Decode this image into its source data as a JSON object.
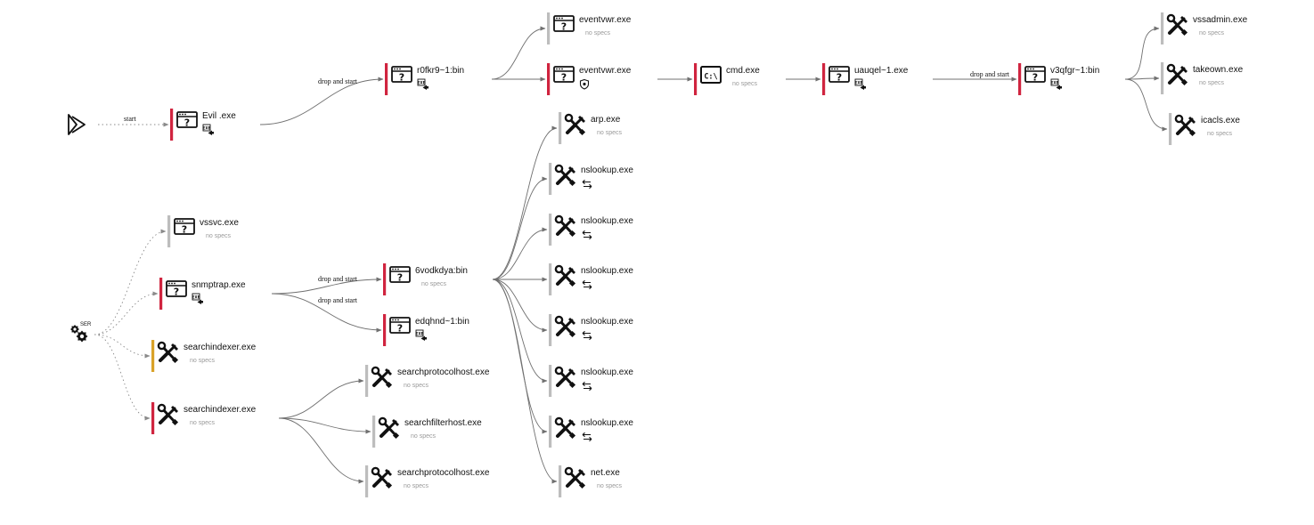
{
  "colors": {
    "status_red": "#d0243f",
    "status_gray": "#bdbdbd",
    "status_gold": "#d9a228",
    "edge": "#707070"
  },
  "edge_labels": {
    "start": "start",
    "drop_and_start": "drop and start"
  },
  "roots": [
    {
      "id": "start_root",
      "icon": "play-icon"
    },
    {
      "id": "service_root",
      "icon": "service-gears-icon",
      "badge": "SER"
    }
  ],
  "nodes": [
    {
      "id": "evil",
      "label": "Evil .exe",
      "sub": "",
      "icon": "app-window-icon",
      "status": "red",
      "badge": "exe-drop-icon"
    },
    {
      "id": "r0fkr9",
      "label": "r0fkr9~1:bin",
      "sub": "",
      "icon": "app-window-icon",
      "status": "red",
      "badge": "exe-drop-icon"
    },
    {
      "id": "eventvwr1",
      "label": "eventvwr.exe",
      "sub": "no specs",
      "icon": "app-window-icon",
      "status": "gray",
      "badge": ""
    },
    {
      "id": "eventvwr2",
      "label": "eventvwr.exe",
      "sub": "",
      "icon": "app-window-icon",
      "status": "red",
      "badge": "shield-icon"
    },
    {
      "id": "cmd",
      "label": "cmd.exe",
      "sub": "no specs",
      "icon": "console-icon",
      "status": "red",
      "badge": ""
    },
    {
      "id": "uauqel",
      "label": "uauqel~1.exe",
      "sub": "",
      "icon": "app-window-icon",
      "status": "red",
      "badge": "exe-drop-icon"
    },
    {
      "id": "v3qfgr",
      "label": "v3qfgr~1:bin",
      "sub": "",
      "icon": "app-window-icon",
      "status": "red",
      "badge": "exe-drop-icon"
    },
    {
      "id": "vssadmin",
      "label": "vssadmin.exe",
      "sub": "no specs",
      "icon": "tools-icon",
      "status": "gray",
      "badge": ""
    },
    {
      "id": "takeown",
      "label": "takeown.exe",
      "sub": "no specs",
      "icon": "tools-icon",
      "status": "gray",
      "badge": ""
    },
    {
      "id": "icacls",
      "label": "icacls.exe",
      "sub": "no specs",
      "icon": "tools-icon",
      "status": "gray",
      "badge": ""
    },
    {
      "id": "vssvc",
      "label": "vssvc.exe",
      "sub": "no specs",
      "icon": "app-window-icon",
      "status": "gray",
      "badge": ""
    },
    {
      "id": "snmptrap",
      "label": "snmptrap.exe",
      "sub": "",
      "icon": "app-window-icon",
      "status": "red",
      "badge": "exe-drop-icon"
    },
    {
      "id": "searchindexer1",
      "label": "searchindexer.exe",
      "sub": "no specs",
      "icon": "tools-icon",
      "status": "gold",
      "badge": ""
    },
    {
      "id": "searchindexer2",
      "label": "searchindexer.exe",
      "sub": "no specs",
      "icon": "tools-icon",
      "status": "red",
      "badge": ""
    },
    {
      "id": "6vodkdya",
      "label": "6vodkdya:bin",
      "sub": "no specs",
      "icon": "app-window-icon",
      "status": "red",
      "badge": ""
    },
    {
      "id": "edqhnd",
      "label": "edqhnd~1:bin",
      "sub": "",
      "icon": "app-window-icon",
      "status": "red",
      "badge": "exe-drop-icon"
    },
    {
      "id": "sph1",
      "label": "searchprotocolhost.exe",
      "sub": "no specs",
      "icon": "tools-icon",
      "status": "gray",
      "badge": ""
    },
    {
      "id": "sfh",
      "label": "searchfilterhost.exe",
      "sub": "no specs",
      "icon": "tools-icon",
      "status": "gray",
      "badge": ""
    },
    {
      "id": "sph2",
      "label": "searchprotocolhost.exe",
      "sub": "no specs",
      "icon": "tools-icon",
      "status": "gray",
      "badge": ""
    },
    {
      "id": "arp",
      "label": "arp.exe",
      "sub": "no specs",
      "icon": "tools-icon",
      "status": "gray",
      "badge": ""
    },
    {
      "id": "nslookup1",
      "label": "nslookup.exe",
      "sub": "",
      "icon": "tools-icon",
      "status": "gray",
      "badge": "network-arrows-icon"
    },
    {
      "id": "nslookup2",
      "label": "nslookup.exe",
      "sub": "",
      "icon": "tools-icon",
      "status": "gray",
      "badge": "network-arrows-icon"
    },
    {
      "id": "nslookup3",
      "label": "nslookup.exe",
      "sub": "",
      "icon": "tools-icon",
      "status": "gray",
      "badge": "network-arrows-icon"
    },
    {
      "id": "nslookup4",
      "label": "nslookup.exe",
      "sub": "",
      "icon": "tools-icon",
      "status": "gray",
      "badge": "network-arrows-icon"
    },
    {
      "id": "nslookup5",
      "label": "nslookup.exe",
      "sub": "",
      "icon": "tools-icon",
      "status": "gray",
      "badge": "network-arrows-icon"
    },
    {
      "id": "nslookup6",
      "label": "nslookup.exe",
      "sub": "",
      "icon": "tools-icon",
      "status": "gray",
      "badge": "network-arrows-icon"
    },
    {
      "id": "net",
      "label": "net.exe",
      "sub": "no specs",
      "icon": "tools-icon",
      "status": "gray",
      "badge": ""
    }
  ],
  "edges": [
    {
      "from": "start_root",
      "to": "evil",
      "label": "start",
      "style": "dotted"
    },
    {
      "from": "evil",
      "to": "r0fkr9",
      "label": "drop and start",
      "style": "solid"
    },
    {
      "from": "r0fkr9",
      "to": "eventvwr1",
      "label": "",
      "style": "solid"
    },
    {
      "from": "r0fkr9",
      "to": "eventvwr2",
      "label": "",
      "style": "solid"
    },
    {
      "from": "eventvwr2",
      "to": "cmd",
      "label": "",
      "style": "solid"
    },
    {
      "from": "cmd",
      "to": "uauqel",
      "label": "",
      "style": "solid"
    },
    {
      "from": "uauqel",
      "to": "v3qfgr",
      "label": "drop and start",
      "style": "solid"
    },
    {
      "from": "v3qfgr",
      "to": "vssadmin",
      "label": "",
      "style": "solid"
    },
    {
      "from": "v3qfgr",
      "to": "takeown",
      "label": "",
      "style": "solid"
    },
    {
      "from": "v3qfgr",
      "to": "icacls",
      "label": "",
      "style": "solid"
    },
    {
      "from": "service_root",
      "to": "vssvc",
      "label": "",
      "style": "dotted"
    },
    {
      "from": "service_root",
      "to": "snmptrap",
      "label": "",
      "style": "dotted"
    },
    {
      "from": "service_root",
      "to": "searchindexer1",
      "label": "",
      "style": "dotted"
    },
    {
      "from": "service_root",
      "to": "searchindexer2",
      "label": "",
      "style": "dotted"
    },
    {
      "from": "snmptrap",
      "to": "6vodkdya",
      "label": "drop and start",
      "style": "solid"
    },
    {
      "from": "snmptrap",
      "to": "edqhnd",
      "label": "drop and start",
      "style": "solid"
    },
    {
      "from": "searchindexer2",
      "to": "sph1",
      "label": "",
      "style": "solid"
    },
    {
      "from": "searchindexer2",
      "to": "sfh",
      "label": "",
      "style": "solid"
    },
    {
      "from": "searchindexer2",
      "to": "sph2",
      "label": "",
      "style": "solid"
    },
    {
      "from": "6vodkdya",
      "to": "arp",
      "label": "",
      "style": "solid"
    },
    {
      "from": "6vodkdya",
      "to": "nslookup1",
      "label": "",
      "style": "solid"
    },
    {
      "from": "6vodkdya",
      "to": "nslookup2",
      "label": "",
      "style": "solid"
    },
    {
      "from": "6vodkdya",
      "to": "nslookup3",
      "label": "",
      "style": "solid"
    },
    {
      "from": "6vodkdya",
      "to": "nslookup4",
      "label": "",
      "style": "solid"
    },
    {
      "from": "6vodkdya",
      "to": "nslookup5",
      "label": "",
      "style": "solid"
    },
    {
      "from": "6vodkdya",
      "to": "nslookup6",
      "label": "",
      "style": "solid"
    },
    {
      "from": "6vodkdya",
      "to": "net",
      "label": "",
      "style": "solid"
    }
  ]
}
